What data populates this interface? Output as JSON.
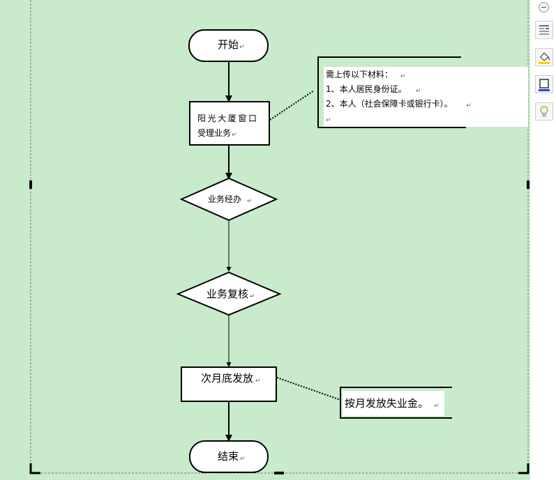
{
  "flowchart": {
    "start": "开始",
    "window_process_line1": "阳光大厦窗口",
    "window_process_line2": "受理业务",
    "decision_handle": "业务经办",
    "decision_review": "业务复核",
    "payout": "次月底发放",
    "end": "结束",
    "materials_note": {
      "line1": "需上传以下材料：",
      "line2": "1、本人居民身份证。",
      "line3": "2、本人（社会保障卡或银行卡）。"
    },
    "payout_note": "按月发放失业金。",
    "paragraph_mark": "↵"
  },
  "sidebar": {
    "icons": [
      "collapse-icon",
      "layout-options-icon",
      "shape-fill-icon",
      "shape-outline-icon",
      "lightbulb-icon"
    ]
  },
  "colors": {
    "canvas_bg": "#c8ebcb",
    "shape_fill": "#ffffff",
    "stroke": "#000000"
  }
}
